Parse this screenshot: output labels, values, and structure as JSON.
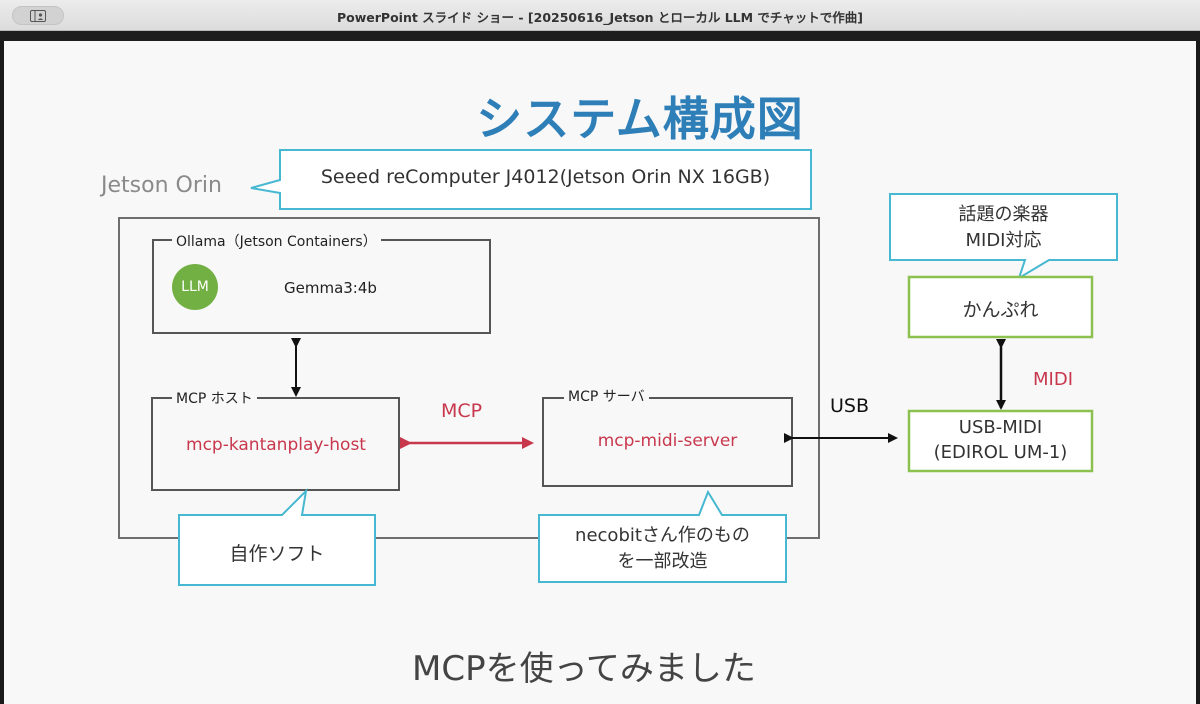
{
  "window": {
    "title": "PowerPoint スライド ショー - [20250616_Jetson とローカル LLM でチャットで作曲]",
    "sidebar_icon": "sidebar-icon"
  },
  "slide": {
    "title": "システム構成図",
    "jetson_label": "Jetson Orin",
    "hardware_callout": "Seeed reComputer J4012(Jetson Orin NX 16GB)",
    "ollama": {
      "label": "Ollama（Jetson Containers）",
      "llm_badge": "LLM",
      "model": "Gemma3:4b"
    },
    "mcp_host": {
      "label": "MCP ホスト",
      "name": "mcp-kantanplay-host"
    },
    "mcp_server": {
      "label": "MCP サーバ",
      "name": "mcp-midi-server"
    },
    "mcp_link_label": "MCP",
    "usb_link_label": "USB",
    "midi_link_label": "MIDI",
    "instrument_callout_line1": "話題の楽器",
    "instrument_callout_line2": "MIDI対応",
    "instrument": "かんぷれ",
    "usb_midi_line1": "USB-MIDI",
    "usb_midi_line2": "(EDIROL UM-1)",
    "self_made_callout": "自作ソフト",
    "modified_callout_line1": "necobitさん作のもの",
    "modified_callout_line2": "を一部改造",
    "subtitle": "MCPを使ってみました"
  },
  "colors": {
    "title_blue": "#2e7fb8",
    "callout_cyan": "#47b8d1",
    "green": "#8cc152",
    "accent_red": "#c8384d",
    "border_gray": "#6e6e6e"
  }
}
